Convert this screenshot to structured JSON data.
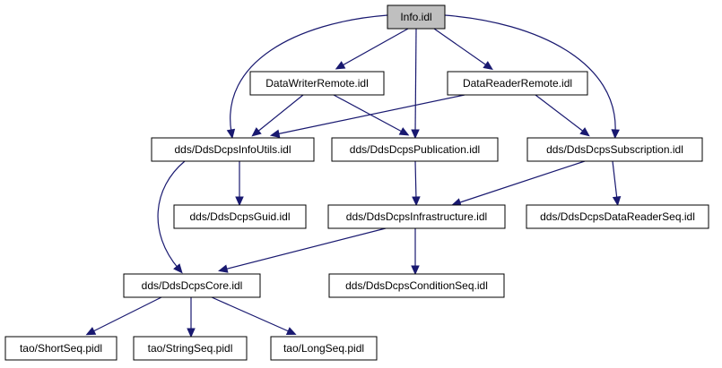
{
  "diagram": {
    "type": "include-dependency-graph",
    "edge_color": "#191970",
    "root_fill": "#bfbfbf",
    "nodes": [
      {
        "id": "info",
        "label": "Info.idl",
        "root": true
      },
      {
        "id": "dwr",
        "label": "DataWriterRemote.idl"
      },
      {
        "id": "drr",
        "label": "DataReaderRemote.idl"
      },
      {
        "id": "infoutils",
        "label": "dds/DdsDcpsInfoUtils.idl"
      },
      {
        "id": "publication",
        "label": "dds/DdsDcpsPublication.idl"
      },
      {
        "id": "subscription",
        "label": "dds/DdsDcpsSubscription.idl"
      },
      {
        "id": "guid",
        "label": "dds/DdsDcpsGuid.idl"
      },
      {
        "id": "infrastructure",
        "label": "dds/DdsDcpsInfrastructure.idl"
      },
      {
        "id": "datareaderseq",
        "label": "dds/DdsDcpsDataReaderSeq.idl"
      },
      {
        "id": "core",
        "label": "dds/DdsDcpsCore.idl"
      },
      {
        "id": "conditionseq",
        "label": "dds/DdsDcpsConditionSeq.idl"
      },
      {
        "id": "shortseq",
        "label": "tao/ShortSeq.pidl"
      },
      {
        "id": "stringseq",
        "label": "tao/StringSeq.pidl"
      },
      {
        "id": "longseq",
        "label": "tao/LongSeq.pidl"
      }
    ],
    "edges": [
      {
        "from": "info",
        "to": "dwr"
      },
      {
        "from": "info",
        "to": "drr"
      },
      {
        "from": "info",
        "to": "infoutils"
      },
      {
        "from": "info",
        "to": "publication"
      },
      {
        "from": "info",
        "to": "subscription"
      },
      {
        "from": "dwr",
        "to": "infoutils"
      },
      {
        "from": "dwr",
        "to": "publication"
      },
      {
        "from": "drr",
        "to": "infoutils"
      },
      {
        "from": "drr",
        "to": "subscription"
      },
      {
        "from": "infoutils",
        "to": "guid"
      },
      {
        "from": "infoutils",
        "to": "core"
      },
      {
        "from": "publication",
        "to": "infrastructure"
      },
      {
        "from": "subscription",
        "to": "infrastructure"
      },
      {
        "from": "subscription",
        "to": "datareaderseq"
      },
      {
        "from": "infrastructure",
        "to": "core"
      },
      {
        "from": "infrastructure",
        "to": "conditionseq"
      },
      {
        "from": "core",
        "to": "shortseq"
      },
      {
        "from": "core",
        "to": "stringseq"
      },
      {
        "from": "core",
        "to": "longseq"
      }
    ]
  }
}
